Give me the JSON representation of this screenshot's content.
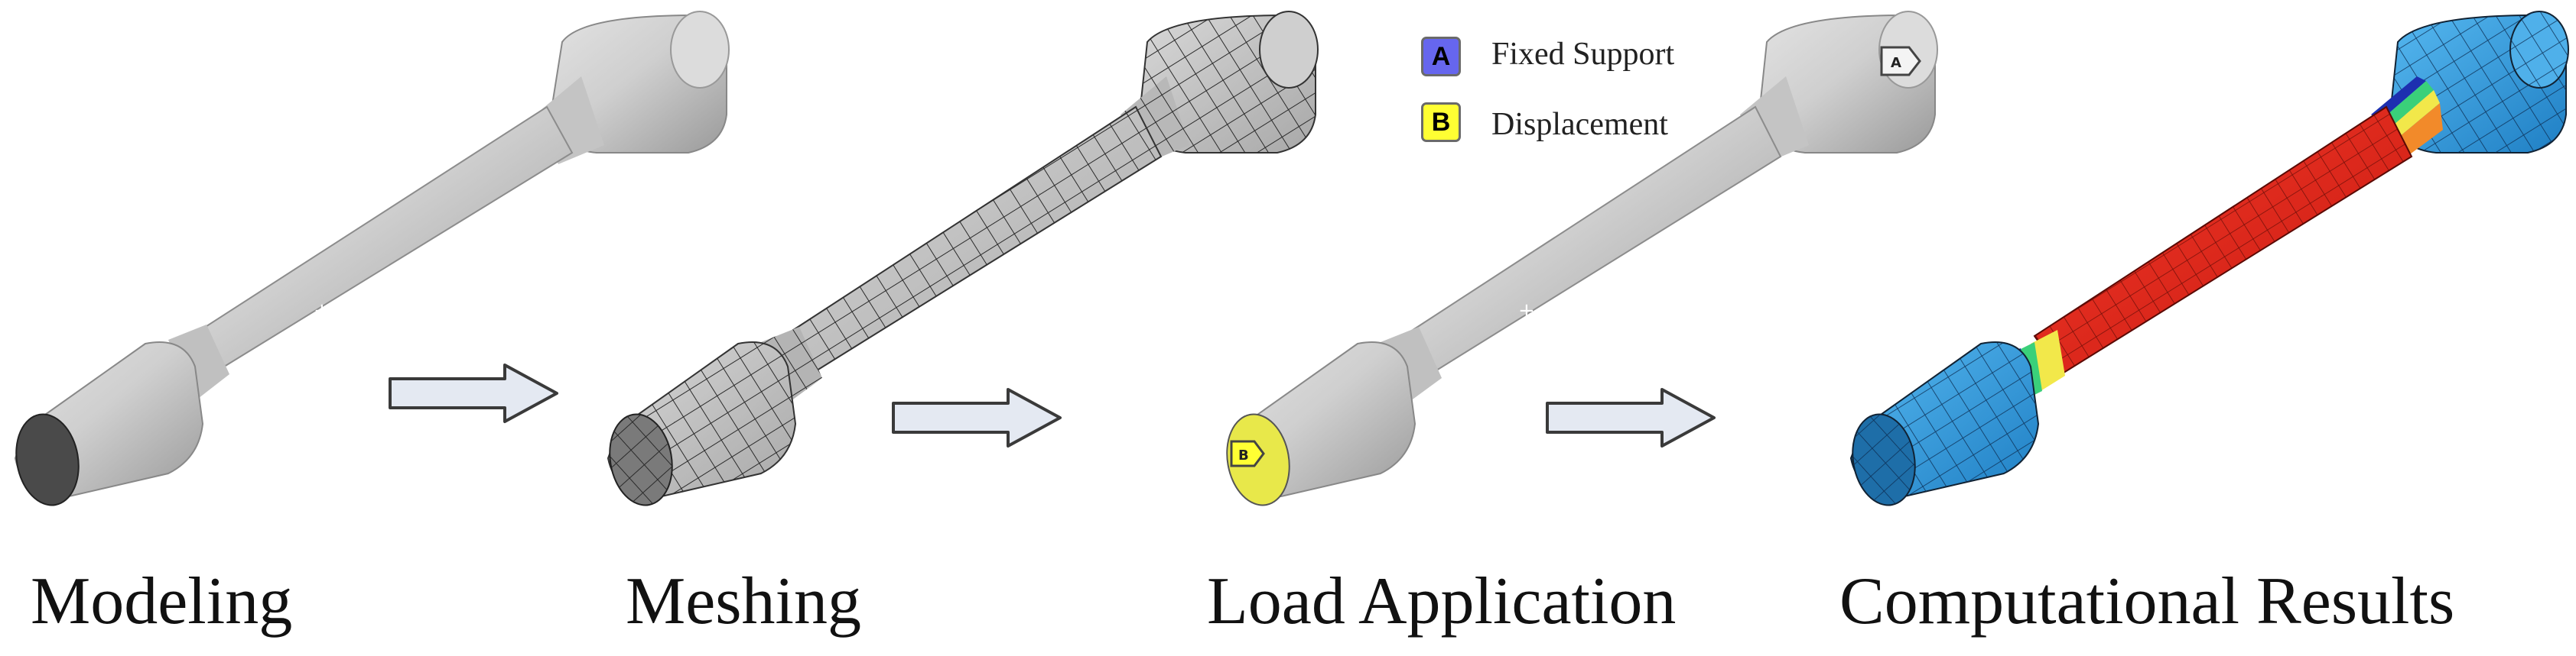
{
  "steps": [
    {
      "label": "Modeling"
    },
    {
      "label": "Meshing"
    },
    {
      "label": "Load Application"
    },
    {
      "label": "Computational Results"
    }
  ],
  "legend": [
    {
      "key": "A",
      "label": "Fixed Support",
      "color": "#6666ee"
    },
    {
      "key": "B",
      "label": "Displacement",
      "color": "#ffff33"
    }
  ],
  "colors": {
    "body_gray": "#c8c8c8",
    "mesh_line": "#2a2a2a",
    "result_red": "#e8261c",
    "result_blue": "#2a9be0",
    "arrow_fill": "#e4e9f2",
    "arrow_stroke": "#3a3a3a"
  },
  "icons": [
    "right-arrow-icon",
    "support-marker-icon"
  ]
}
